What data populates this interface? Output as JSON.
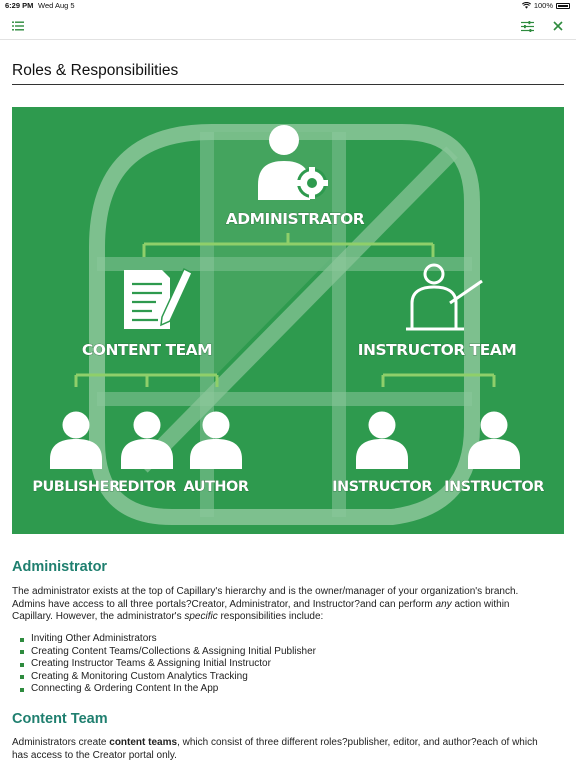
{
  "status_bar": {
    "time": "6:29 PM",
    "date": "Wed Aug 5",
    "battery": "100%"
  },
  "toolbar": {
    "menu_icon": "list-icon",
    "settings_icon": "sliders-icon",
    "close_icon": "close-icon",
    "accent": "#2e8b3e"
  },
  "page": {
    "title": "Roles & Responsibilities"
  },
  "hero": {
    "background": "#2e9a4e",
    "labels": {
      "administrator": "ADMINISTRATOR",
      "content_team": "CONTENT TEAM",
      "instructor_team": "INSTRUCTOR TEAM",
      "publisher": "PUBLISHER",
      "editor": "EDITOR",
      "author": "AUTHOR",
      "instructor_1": "INSTRUCTOR",
      "instructor_2": "INSTRUCTOR"
    }
  },
  "sections": {
    "administrator": {
      "heading": "Administrator",
      "para_1": "The administrator exists at the top of Capillary's hierarchy and is the owner/manager of your organization's branch.",
      "para_2a": "Admins have access to all three portals?Creator, Administrator, and Instructor?and can perform ",
      "para_2_em": "any",
      "para_2b": " action within",
      "para_3a": "Capillary. However, the administrator's ",
      "para_3_em": "specific",
      "para_3b": " responsibilities include:",
      "bullets": [
        "Inviting Other Administrators",
        "Creating Content Teams/Collections & Assigning Initial Publisher",
        "Creating Instructor Teams & Assigning Initial Instructor",
        "Creating & Monitoring Custom Analytics Tracking",
        "Connecting & Ordering Content In the App"
      ]
    },
    "content_team": {
      "heading": "Content Team",
      "para_1a": "Administrators create ",
      "para_1_strong": "content teams",
      "para_1b": ", which consist of three different roles?publisher, editor, and author?each of which",
      "para_2": "has access to the Creator portal only."
    }
  }
}
